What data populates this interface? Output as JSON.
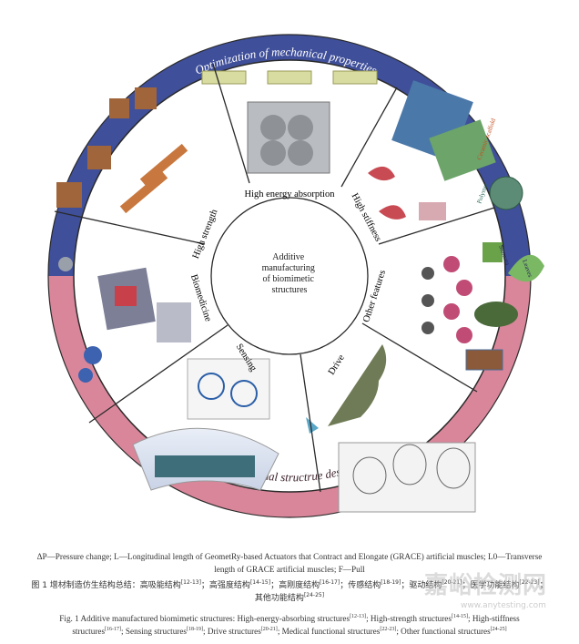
{
  "figure": {
    "center_label": [
      "Additive",
      "manufacturing",
      "of biomimetic",
      "structures"
    ],
    "outer_ring_top": "Optimization of mechanical properties",
    "outer_ring_bottom": "Functional structrue design",
    "sectors": [
      {
        "id": "high-energy-absorption",
        "label": "High energy absorption"
      },
      {
        "id": "high-stiffness",
        "label": "High stiffness"
      },
      {
        "id": "other-features",
        "label": "Other features"
      },
      {
        "id": "drive",
        "label": "Drive"
      },
      {
        "id": "sensing",
        "label": "Sensing"
      },
      {
        "id": "biomedicine",
        "label": "Biomedicine"
      },
      {
        "id": "high-strength",
        "label": "High strength"
      }
    ],
    "inset_text": {
      "stomata": "Stomata",
      "leaves": "Leaves",
      "ceramic": "Ceramic scaffold",
      "polymer": "Polymer"
    },
    "colors": {
      "ring_top": "#3f4f9a",
      "ring_bottom": "#d9869a",
      "divider": "#2a2a2a"
    }
  },
  "captions": {
    "abbrev_line1": "ΔP—Pressure change; L—Longitudinal length of GeometRy-based Actuators that Contract and Elongate (GRACE) artificial muscles; L0—Transverse",
    "abbrev_line2": "length of GRACE artificial muscles; F—Pull",
    "zh_line1_parts": [
      {
        "t": "图 1   增材制造仿生结构总结：高吸能结构"
      },
      {
        "s": "[12-13]"
      },
      {
        "t": "；高强度结构"
      },
      {
        "s": "[14-15]"
      },
      {
        "t": "；高刚度结构"
      },
      {
        "s": "[16-17]"
      },
      {
        "t": "；传感结构"
      },
      {
        "s": "[18-19]"
      },
      {
        "t": "；驱动结构"
      },
      {
        "s": "[20-21]"
      },
      {
        "t": "；医学功能结构"
      },
      {
        "s": "[22-23]"
      },
      {
        "t": "；"
      }
    ],
    "zh_line2_parts": [
      {
        "t": "其他功能结构"
      },
      {
        "s": "[24-25]"
      }
    ],
    "en_line1_parts": [
      {
        "t": "Fig. 1   Additive manufactured biomimetic structures: High-energy-absorbing structures"
      },
      {
        "s": "[12-13]"
      },
      {
        "t": "; High-strength structures"
      },
      {
        "s": "[14-15]"
      },
      {
        "t": "; High-stiffness"
      }
    ],
    "en_line2_parts": [
      {
        "t": "structures"
      },
      {
        "s": "[16-17]"
      },
      {
        "t": "; Sensing structures"
      },
      {
        "s": "[18-19]"
      },
      {
        "t": "; Drive structures"
      },
      {
        "s": "[20-21]"
      },
      {
        "t": "; Medical functional structures"
      },
      {
        "s": "[22-23]"
      },
      {
        "t": "; Other functional structures"
      },
      {
        "s": "[24-25]"
      }
    ]
  },
  "watermark": {
    "text": "嘉峪检测网",
    "url": "www.anytesting.com"
  }
}
